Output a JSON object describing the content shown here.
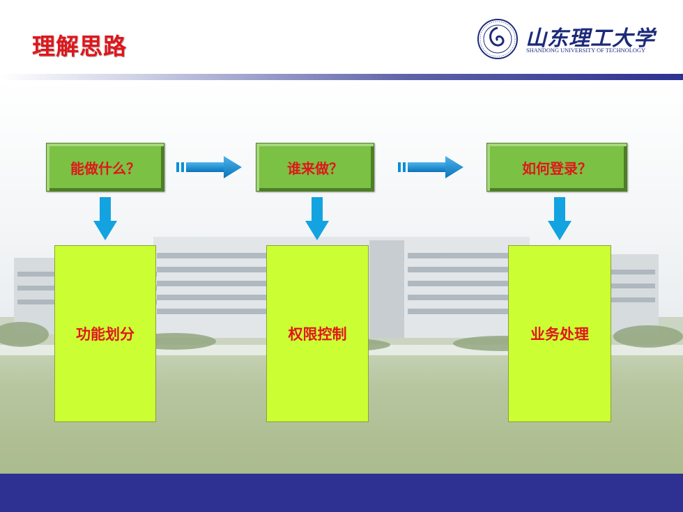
{
  "slide": {
    "title": "理解思路"
  },
  "logo": {
    "script": "山东理工大学",
    "english": "SHANDONG UNIVERSITY OF TECHNOLOGY"
  },
  "flow": {
    "questions": [
      "能做什么？",
      "谁来做？",
      "如何登录？"
    ],
    "answers": [
      "功能划分",
      "权限控制",
      "业务处理"
    ]
  },
  "colors": {
    "title_red": "#e0161b",
    "question_box_green": "#7bc143",
    "answer_box_yellow_green": "#ccff33",
    "arrow_blue": "#0b8fd6",
    "footer_navy": "#2e3192"
  },
  "icons": {
    "right_arrows": [
      "right-arrow-icon",
      "right-arrow-icon"
    ],
    "down_arrows": [
      "down-arrow-icon",
      "down-arrow-icon",
      "down-arrow-icon"
    ]
  }
}
